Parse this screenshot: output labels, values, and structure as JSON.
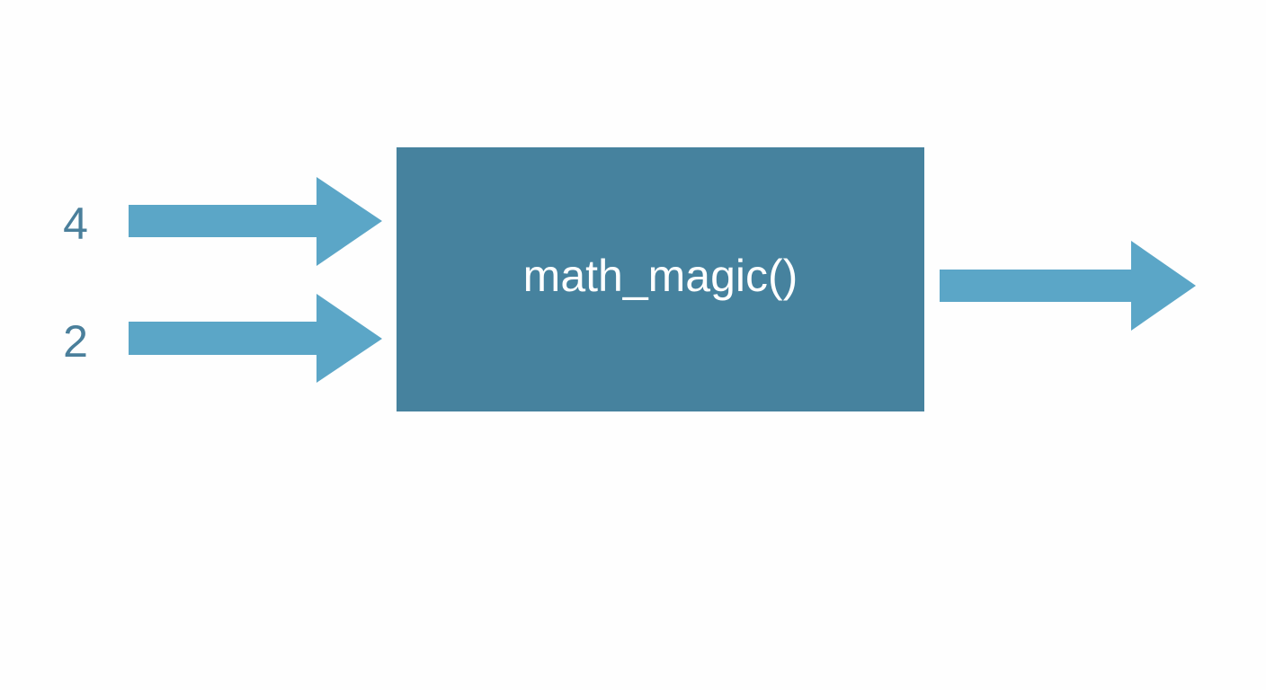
{
  "inputs": [
    {
      "label": "4"
    },
    {
      "label": "2"
    }
  ],
  "function_box": {
    "label": "math_magic()"
  },
  "colors": {
    "box": "#46829e",
    "arrow": "#5ba6c7",
    "input_text": "#4a7f9b"
  }
}
